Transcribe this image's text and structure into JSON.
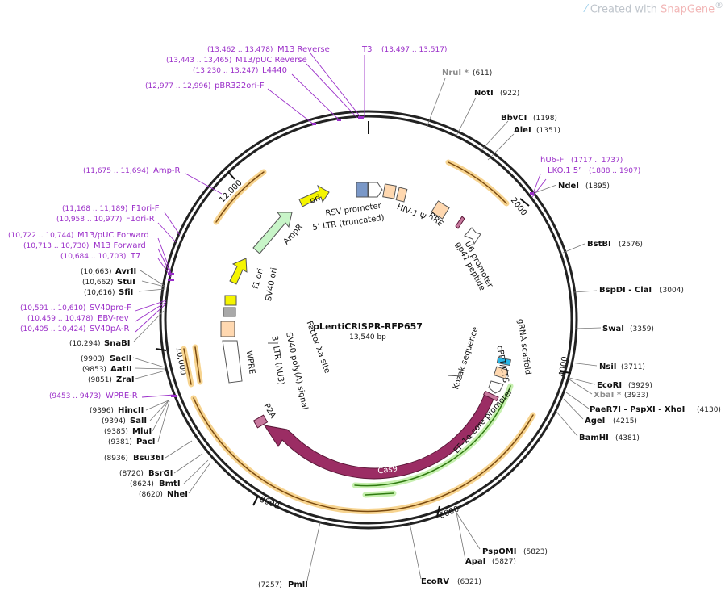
{
  "watermark": {
    "prefix": "Created with ",
    "brand": "SnapGene",
    "mark": "®"
  },
  "plasmid": {
    "name": "pLentiCRISPR-RFP657",
    "size": "13,540 bp",
    "length": 13540
  },
  "ring_ticks": [
    "2000",
    "4000",
    "6000",
    "8000",
    "10,000",
    "12,000"
  ],
  "enzymes": [
    {
      "name": "NruI *",
      "pos": "(611)",
      "gray": true
    },
    {
      "name": "NotI",
      "pos": "(922)"
    },
    {
      "name": "BbvCI",
      "pos": "(1198)"
    },
    {
      "name": "AleI",
      "pos": "(1351)"
    },
    {
      "name": "NdeI",
      "pos": "(1895)"
    },
    {
      "name": "BstBI",
      "pos": "(2576)"
    },
    {
      "name": "BspDI - ClaI",
      "pos": "(3004)"
    },
    {
      "name": "SwaI",
      "pos": "(3359)"
    },
    {
      "name": "NsiI",
      "pos": "(3711)"
    },
    {
      "name": "EcoRI",
      "pos": "(3929)"
    },
    {
      "name": "XbaI *",
      "pos": "(3933)",
      "gray": true
    },
    {
      "name": "PaeR7I - PspXI - XhoI",
      "pos": "(4130)"
    },
    {
      "name": "AgeI",
      "pos": "(4215)"
    },
    {
      "name": "BamHI",
      "pos": "(4381)"
    },
    {
      "name": "PspOMI",
      "pos": "(5823)"
    },
    {
      "name": "ApaI",
      "pos": "(5827)"
    },
    {
      "name": "EcoRV",
      "pos": "(6321)"
    },
    {
      "name": "PmlI",
      "pos": "(7257)"
    },
    {
      "name": "NheI",
      "pos": "(8620)"
    },
    {
      "name": "BmtI",
      "pos": "(8624)"
    },
    {
      "name": "BsrGI",
      "pos": "(8720)"
    },
    {
      "name": "Bsu36I",
      "pos": "(8936)"
    },
    {
      "name": "PacI",
      "pos": "(9381)"
    },
    {
      "name": "MluI",
      "pos": "(9385)"
    },
    {
      "name": "SalI",
      "pos": "(9394)"
    },
    {
      "name": "HincII",
      "pos": "(9396)"
    },
    {
      "name": "ZraI",
      "pos": "(9851)"
    },
    {
      "name": "AatII",
      "pos": "(9853)"
    },
    {
      "name": "SacII",
      "pos": "(9903)"
    },
    {
      "name": "SnaBI",
      "pos": "(10,294)"
    },
    {
      "name": "SfiI",
      "pos": "(10,616)"
    },
    {
      "name": "StuI",
      "pos": "(10,662)"
    },
    {
      "name": "AvrII",
      "pos": "(10,663)"
    }
  ],
  "primers": [
    {
      "name": "M13 Reverse",
      "range": "(13,462 .. 13,478)"
    },
    {
      "name": "T3",
      "range": "(13,497 .. 13,517)"
    },
    {
      "name": "M13/pUC Reverse",
      "range": "(13,443 .. 13,465)"
    },
    {
      "name": "L4440",
      "range": "(13,230 .. 13,247)"
    },
    {
      "name": "pBR322ori-F",
      "range": "(12,977 .. 12,996)"
    },
    {
      "name": "hU6-F",
      "range": "(1717 .. 1737)"
    },
    {
      "name": "LKO.1 5’",
      "range": "(1888 .. 1907)"
    },
    {
      "name": "Amp-R",
      "range": "(11,675 .. 11,694)"
    },
    {
      "name": "F1ori-F",
      "range": "(11,168 .. 11,189)"
    },
    {
      "name": "F1ori-R",
      "range": "(10,958 .. 10,977)"
    },
    {
      "name": "M13/pUC Forward",
      "range": "(10,722 .. 10,744)"
    },
    {
      "name": "M13 Forward",
      "range": "(10,713 .. 10,730)"
    },
    {
      "name": "T7",
      "range": "(10,684 .. 10,703)"
    },
    {
      "name": "SV40pro-F",
      "range": "(10,591 .. 10,610)"
    },
    {
      "name": "EBV-rev",
      "range": "(10,459 .. 10,478)"
    },
    {
      "name": "SV40pA-R",
      "range": "(10,405 .. 10,424)"
    },
    {
      "name": "WPRE-R",
      "range": "(9453 .. 9473)"
    }
  ],
  "features": {
    "rsv": "RSV promoter",
    "ltr5": "5’ LTR (truncated)",
    "hiv": "HIV-1 Ψ",
    "rre": "RRE",
    "u6": "U6 promoter",
    "gp41": "gp41 peptide",
    "ori": "ori",
    "ampr": "AmpR",
    "f1ori": "f1 ori",
    "sv40ori": "SV40 ori",
    "factorxa": "Factor Xa site",
    "sv40pa": "SV40 poly(A) signal",
    "ltr3": "3’ LTR (ΔU3)",
    "wpre": "WPRE",
    "p2a": "P2A",
    "cas9": "Cas9",
    "ef1a": "EF-1α core promoter",
    "cppt": "cPPT/CTS",
    "kozak": "Kozak sequence",
    "grna": "gRNA scaffold"
  },
  "colors": {
    "backbone": "#222222",
    "primer": "#9b2fc9",
    "orange_arc": "#f0a830",
    "cas9": "#9b2d64",
    "ori": "#f5f500",
    "ampr": "#c8f5c8",
    "ltr": "#ffd8b0",
    "green_orf": "#4d9c1d"
  }
}
